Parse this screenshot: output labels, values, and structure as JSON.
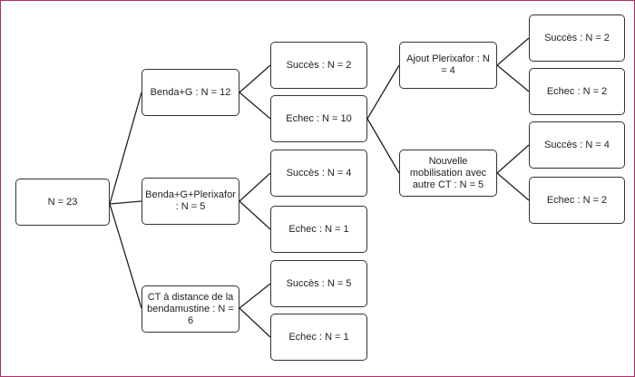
{
  "diagram": {
    "frame_color": "#b0306a",
    "line_color": "#222222",
    "nodes": {
      "root": "N = 23",
      "benda_g": "Benda+G : N = 12",
      "benda_g_plerixafor": "Benda+G+Plerixafor : N = 5",
      "ct_distance": "CT à distance de la bendamustine : N = 6",
      "bg_succes": "Succès : N = 2",
      "bg_echec": "Echec : N = 10",
      "bgp_succes": "Succès : N = 4",
      "bgp_echec": "Echec : N = 1",
      "ct_succes": "Succès : N = 5",
      "ct_echec": "Echec : N = 1",
      "ajout_plerixafor": "Ajout Plerixafor : N = 4",
      "nouvelle_mobilisation": "Nouvelle mobilisation avec autre CT : N = 5",
      "ap_succes": "Succès : N = 2",
      "ap_echec": "Echec : N = 2",
      "nm_succes": "Succès : N = 4",
      "nm_echec": "Echec : N = 2"
    }
  }
}
